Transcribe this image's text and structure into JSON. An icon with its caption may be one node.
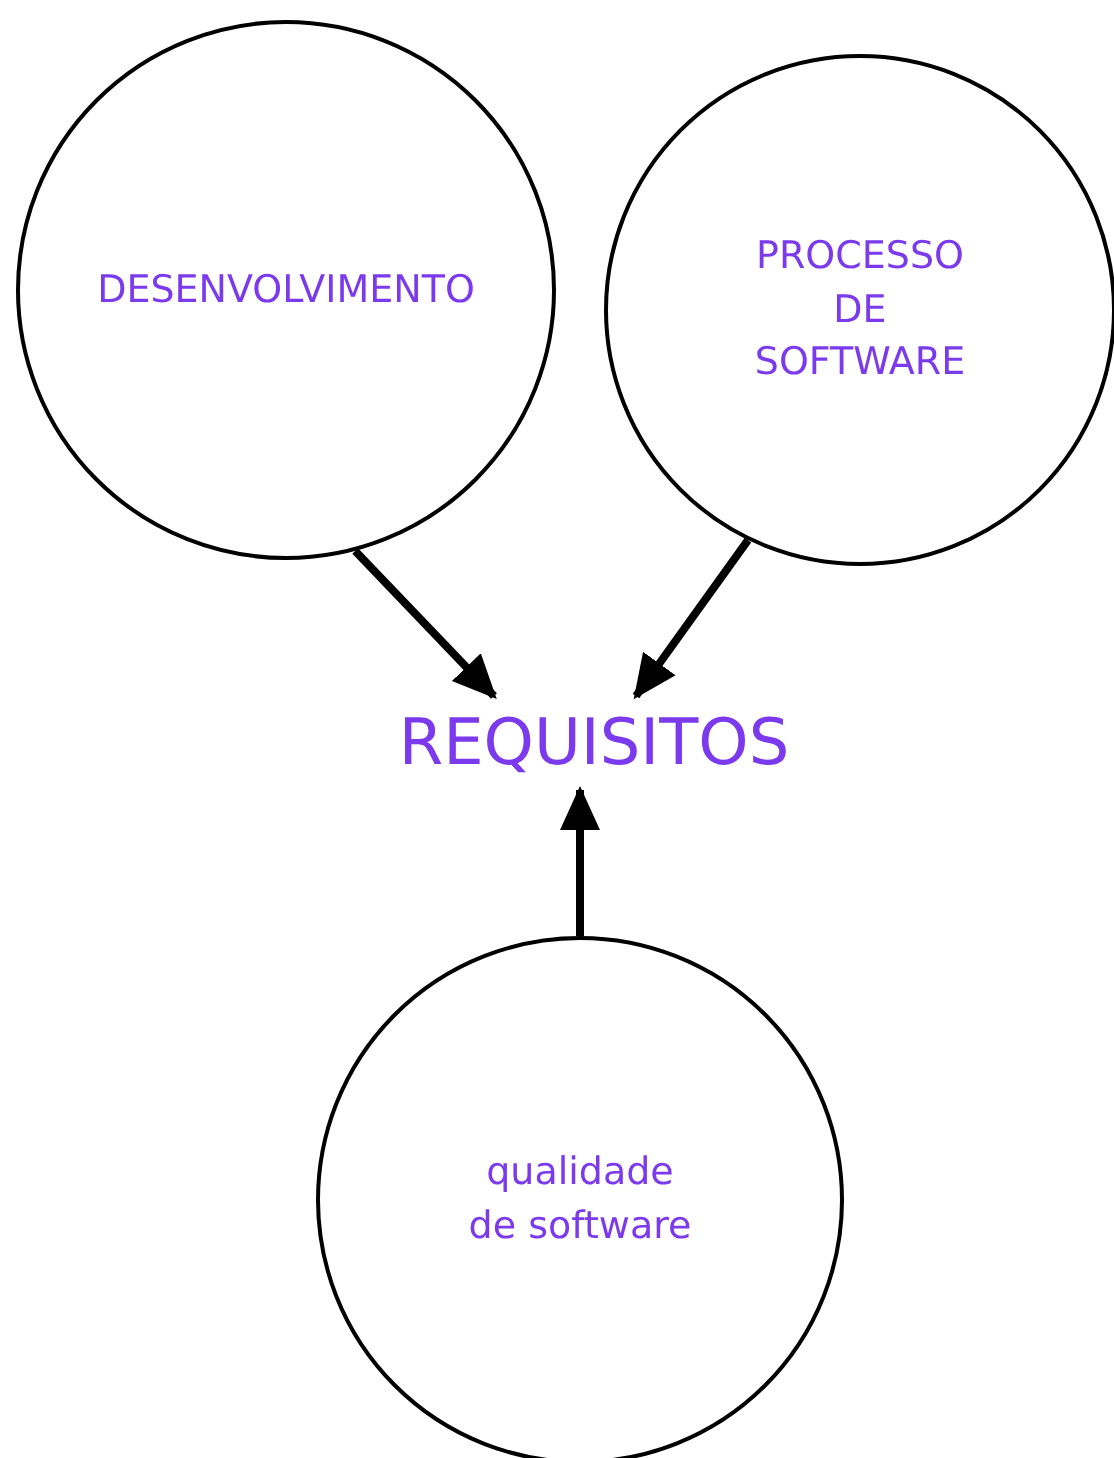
{
  "diagram": {
    "nodes": [
      {
        "text": [
          "DESENVOLVIMENTO"
        ]
      },
      {
        "text": [
          "PROCESSO DE SOFTWARE"
        ]
      },
      {
        "text": [
          "REQUISITOS"
        ]
      },
      {
        "text": [
          "qualidade de software"
        ]
      }
    ],
    "edges": [
      {
        "from": 0,
        "to": 2,
        "arrow": "to"
      },
      {
        "from": 1,
        "to": 2,
        "arrow": "to"
      },
      {
        "from": 3,
        "to": 2,
        "arrow": "to"
      }
    ]
  }
}
